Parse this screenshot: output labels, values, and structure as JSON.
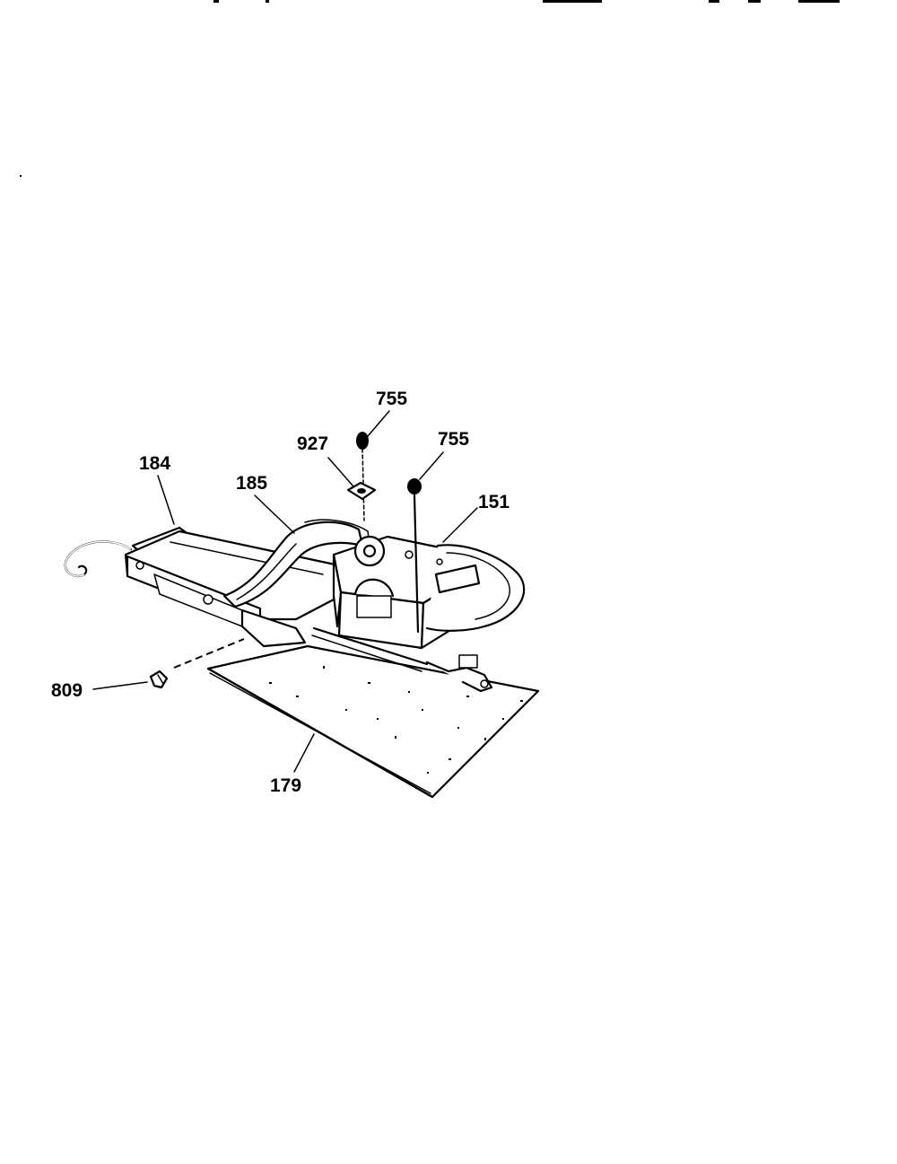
{
  "diagram": {
    "callouts": {
      "screw_top": "755",
      "screw_right": "755",
      "washer": "927",
      "hook_bracket": "184",
      "arm": "185",
      "motor_assembly": "151",
      "side_screw": "809",
      "plate": "179"
    }
  }
}
